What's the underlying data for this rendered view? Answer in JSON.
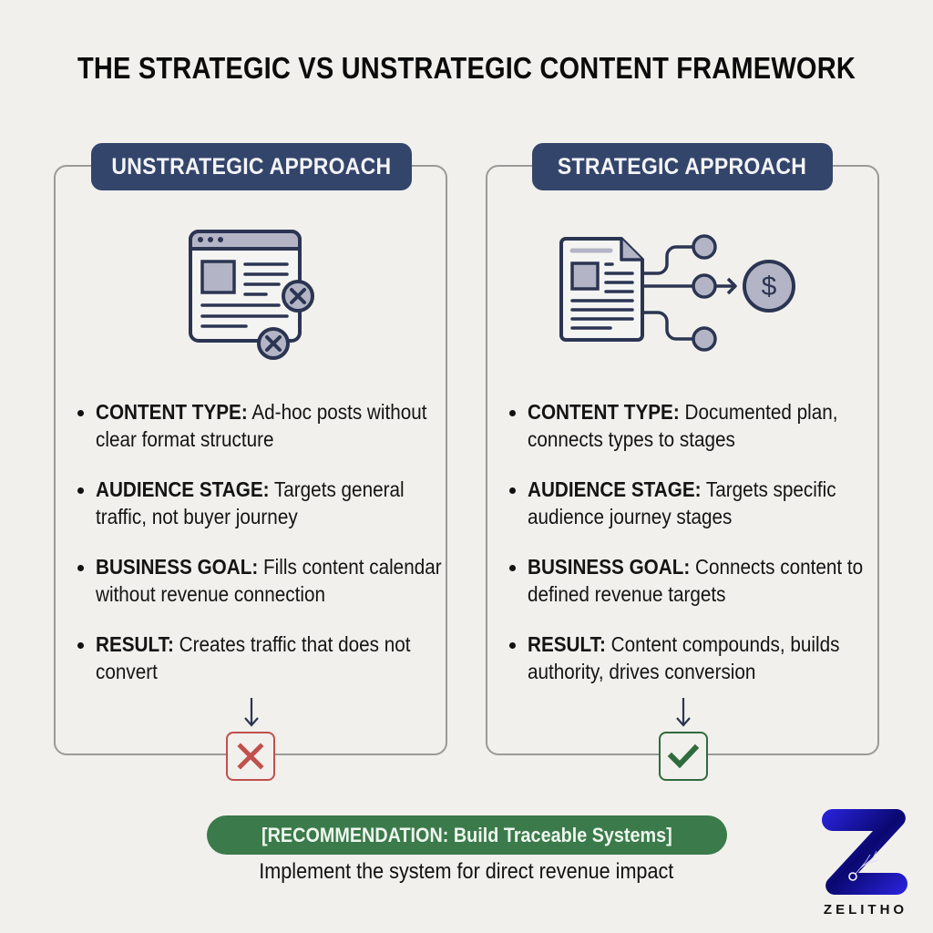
{
  "title": "THE STRATEGIC VS UNSTRATEGIC CONTENT FRAMEWORK",
  "panels": {
    "unstrategic": {
      "header": "UNSTRATEGIC APPROACH",
      "icon": "browser-window-with-x-marks-icon",
      "bullets": [
        {
          "label": "CONTENT TYPE:",
          "text": " Ad-hoc posts without clear format structure"
        },
        {
          "label": "AUDIENCE STAGE:",
          "text": " Targets general traffic, not buyer journey"
        },
        {
          "label": "BUSINESS GOAL:",
          "text": " Fills content calendar without revenue connection"
        },
        {
          "label": "RESULT:",
          "text": " Creates traffic that does not convert"
        }
      ],
      "outcome_icon": "x-mark-icon",
      "outcome_color": "#c0504d"
    },
    "strategic": {
      "header": "STRATEGIC APPROACH",
      "icon": "document-to-revenue-flow-icon",
      "bullets": [
        {
          "label": "CONTENT TYPE:",
          "text": " Documented plan, connects types to stages"
        },
        {
          "label": "AUDIENCE STAGE:",
          "text": " Targets specific audience journey stages"
        },
        {
          "label": "BUSINESS GOAL:",
          "text": " Connects content to defined revenue targets"
        },
        {
          "label": "RESULT:",
          "text": " Content compounds, builds authority, drives conversion"
        }
      ],
      "outcome_icon": "checkmark-icon",
      "outcome_color": "#2f6b3c"
    }
  },
  "recommendation": {
    "label": "[RECOMMENDATION: Build Traceable Systems]",
    "subtext": "Implement the system for direct revenue impact",
    "color": "#3b7a4b"
  },
  "logo": {
    "text": "ZELITHO",
    "color": "#1a17c9"
  },
  "colors": {
    "background": "#f1f0ec",
    "header_navy": "#34456b",
    "icon_stroke": "#2b3552",
    "icon_fill": "#b3b5c6"
  }
}
